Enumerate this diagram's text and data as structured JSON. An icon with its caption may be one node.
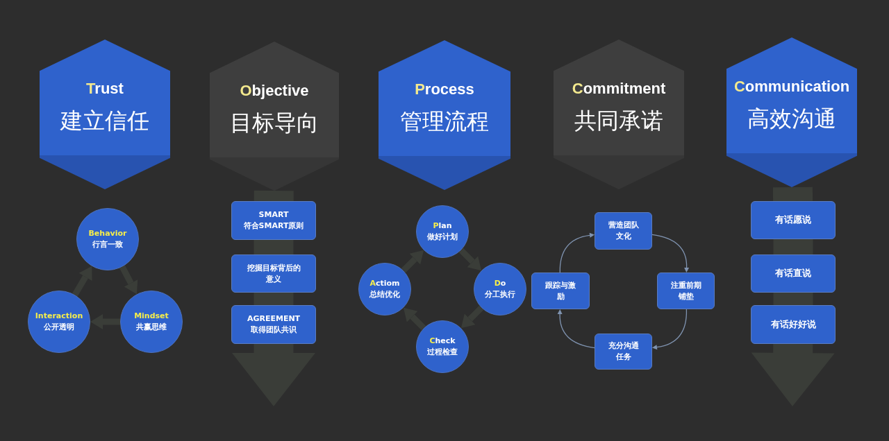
{
  "diagram": {
    "nodes": [
      {
        "text": [
          "Trust",
          "建立信任"
        ]
      },
      {
        "text": [
          "Objective",
          "目标导向"
        ]
      },
      {
        "text": [
          "Process",
          "管理流程"
        ]
      },
      {
        "text": [
          "Commitment",
          "共同承诺"
        ]
      },
      {
        "text": [
          "Communication",
          "高效沟通"
        ]
      },
      {
        "text": [
          "Behavior",
          "行言一致"
        ]
      },
      {
        "text": [
          "Mindset",
          "共赢思维"
        ]
      },
      {
        "text": [
          "Interaction",
          "公开透明"
        ]
      },
      {
        "text": [
          "SMART",
          "符合SMART原则"
        ]
      },
      {
        "text": [
          "挖掘目标背后的意义"
        ]
      },
      {
        "text": [
          "AGREEMENT",
          "取得团队共识"
        ]
      },
      {
        "text": [
          "Plan",
          "做好计划"
        ]
      },
      {
        "text": [
          "Do",
          "分工执行"
        ]
      },
      {
        "text": [
          "Check",
          "过程检查"
        ]
      },
      {
        "text": [
          "Actiom",
          "总结优化"
        ]
      },
      {
        "text": [
          "营造团队文化"
        ]
      },
      {
        "text": [
          "注重前期铺垫"
        ]
      },
      {
        "text": [
          "充分沟通任务"
        ]
      },
      {
        "text": [
          "跟踪与激励"
        ]
      },
      {
        "text": [
          "有话愿说"
        ]
      },
      {
        "text": [
          "有话直说"
        ]
      },
      {
        "text": [
          "有话好好说"
        ]
      }
    ],
    "edges": [
      {
        "from": 5,
        "to": 6,
        "arrow": "to"
      },
      {
        "from": 6,
        "to": 7,
        "arrow": "to"
      },
      {
        "from": 7,
        "to": 5,
        "arrow": "to"
      },
      {
        "from": 1,
        "to": 8,
        "arrow": "none",
        "style": "thick"
      },
      {
        "from": 8,
        "to": 9,
        "arrow": "none",
        "style": "thick"
      },
      {
        "from": 9,
        "to": 10,
        "arrow": "none",
        "style": "thick"
      },
      {
        "from": 10,
        "to": null,
        "arrow": "to",
        "style": "thick"
      },
      {
        "from": 11,
        "to": 12,
        "arrow": "to"
      },
      {
        "from": 12,
        "to": 13,
        "arrow": "to"
      },
      {
        "from": 13,
        "to": 14,
        "arrow": "to"
      },
      {
        "from": 14,
        "to": 11,
        "arrow": "to"
      },
      {
        "from": 15,
        "to": 16,
        "arrow": "to",
        "color": "#7f93b0"
      },
      {
        "from": 16,
        "to": 17,
        "arrow": "to",
        "color": "#7f93b0"
      },
      {
        "from": 17,
        "to": 18,
        "arrow": "to",
        "color": "#7f93b0"
      },
      {
        "from": 18,
        "to": 15,
        "arrow": "to",
        "color": "#7f93b0"
      },
      {
        "from": 4,
        "to": 19,
        "arrow": "none",
        "style": "thick"
      },
      {
        "from": 19,
        "to": 20,
        "arrow": "none",
        "style": "thick"
      },
      {
        "from": 20,
        "to": 21,
        "arrow": "none",
        "style": "thick"
      },
      {
        "from": 21,
        "to": null,
        "arrow": "to",
        "style": "thick"
      }
    ]
  }
}
